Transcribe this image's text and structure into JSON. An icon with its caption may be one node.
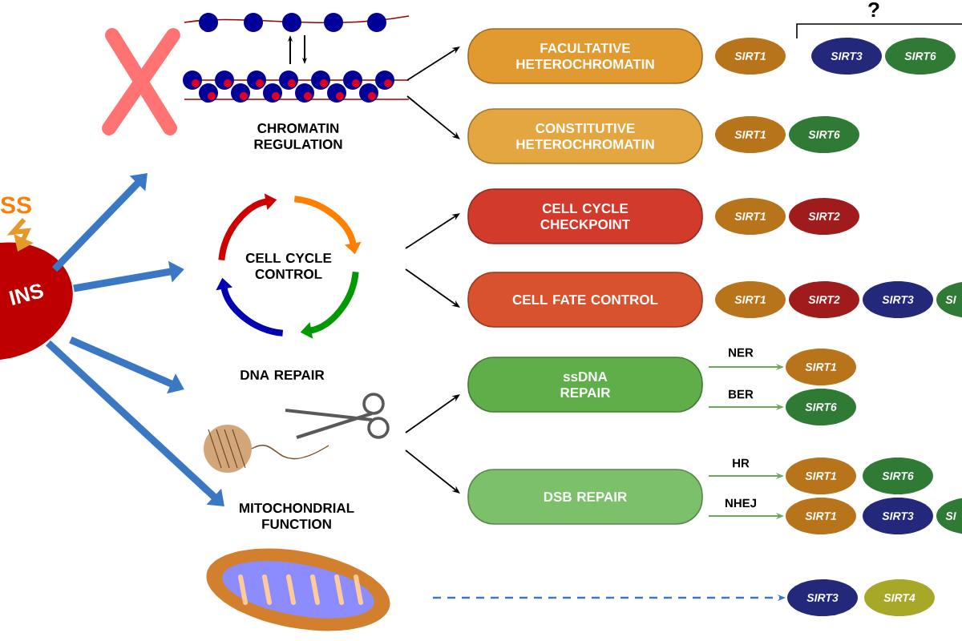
{
  "diagram": {
    "nodes": [
      {
        "text": [
          "SS"
        ]
      },
      {
        "text": [
          "INS"
        ]
      },
      {
        "text": [
          "CHROMATIN REGULATION"
        ]
      },
      {
        "text": [
          "CELL CYCLE CONTROL"
        ]
      },
      {
        "text": [
          "DNA REPAIR"
        ]
      },
      {
        "text": [
          "MITOCHONDRIAL FUNCTION"
        ]
      },
      {
        "text": [
          "FACULTATIVE HETEROCHROMATIN"
        ]
      },
      {
        "text": [
          "CONSTITUTIVE HETEROCHROMATIN"
        ]
      },
      {
        "text": [
          "CELL CYCLE CHECKPOINT"
        ]
      },
      {
        "text": [
          "CELL FATE CONTROL"
        ]
      },
      {
        "text": [
          "ssDNA REPAIR"
        ]
      },
      {
        "text": [
          "DSB REPAIR"
        ]
      },
      {
        "text": [
          "SIRT1"
        ]
      },
      {
        "text": [
          "SIRT3"
        ]
      },
      {
        "text": [
          "SIRT6"
        ]
      },
      {
        "text": [
          "SIRT1"
        ]
      },
      {
        "text": [
          "SIRT6"
        ]
      },
      {
        "text": [
          "SIRT1"
        ]
      },
      {
        "text": [
          "SIRT2"
        ]
      },
      {
        "text": [
          "SIRT1"
        ]
      },
      {
        "text": [
          "SIRT2"
        ]
      },
      {
        "text": [
          "SIRT3"
        ]
      },
      {
        "text": [
          "SI"
        ]
      },
      {
        "text": [
          "SIRT1"
        ]
      },
      {
        "text": [
          "SIRT6"
        ]
      },
      {
        "text": [
          "SIRT1"
        ]
      },
      {
        "text": [
          "SIRT6"
        ]
      },
      {
        "text": [
          "SIRT1"
        ]
      },
      {
        "text": [
          "SIRT3"
        ]
      },
      {
        "text": [
          "SI"
        ]
      },
      {
        "text": [
          "SIRT3"
        ]
      },
      {
        "text": [
          "SIRT4"
        ]
      }
    ],
    "edges": [
      {
        "from": 0,
        "to": 1,
        "arrow": "to",
        "style": "thick",
        "color": "#e39a2b"
      },
      {
        "from": 1,
        "to": 2,
        "arrow": "to",
        "style": "thick",
        "color": "#3b78c4"
      },
      {
        "from": 1,
        "to": 3,
        "arrow": "to",
        "style": "thick",
        "color": "#3b78c4"
      },
      {
        "from": 1,
        "to": 4,
        "arrow": "to",
        "style": "thick",
        "color": "#3b78c4"
      },
      {
        "from": 1,
        "to": 5,
        "arrow": "to",
        "style": "thick",
        "color": "#3b78c4"
      },
      {
        "from": 2,
        "to": 6,
        "arrow": "to"
      },
      {
        "from": 2,
        "to": 7,
        "arrow": "to"
      },
      {
        "from": 3,
        "to": 8,
        "arrow": "to"
      },
      {
        "from": 3,
        "to": 9,
        "arrow": "to"
      },
      {
        "from": 4,
        "to": 10,
        "arrow": "to"
      },
      {
        "from": 4,
        "to": 11,
        "arrow": "to"
      },
      {
        "from": 10,
        "to": 23,
        "arrow": "to",
        "label": "NER",
        "color": "#6aa85a"
      },
      {
        "from": 10,
        "to": 24,
        "arrow": "to",
        "label": "BER",
        "color": "#6aa85a"
      },
      {
        "from": 11,
        "to": 25,
        "arrow": "to",
        "label": "HR",
        "color": "#6aa85a"
      },
      {
        "from": 11,
        "to": 27,
        "arrow": "to",
        "label": "NHEJ",
        "color": "#6aa85a"
      },
      {
        "from": 5,
        "to": 30,
        "arrow": "to",
        "style": "dashed",
        "color": "#3b78c4"
      }
    ],
    "labels": [
      "?"
    ]
  }
}
